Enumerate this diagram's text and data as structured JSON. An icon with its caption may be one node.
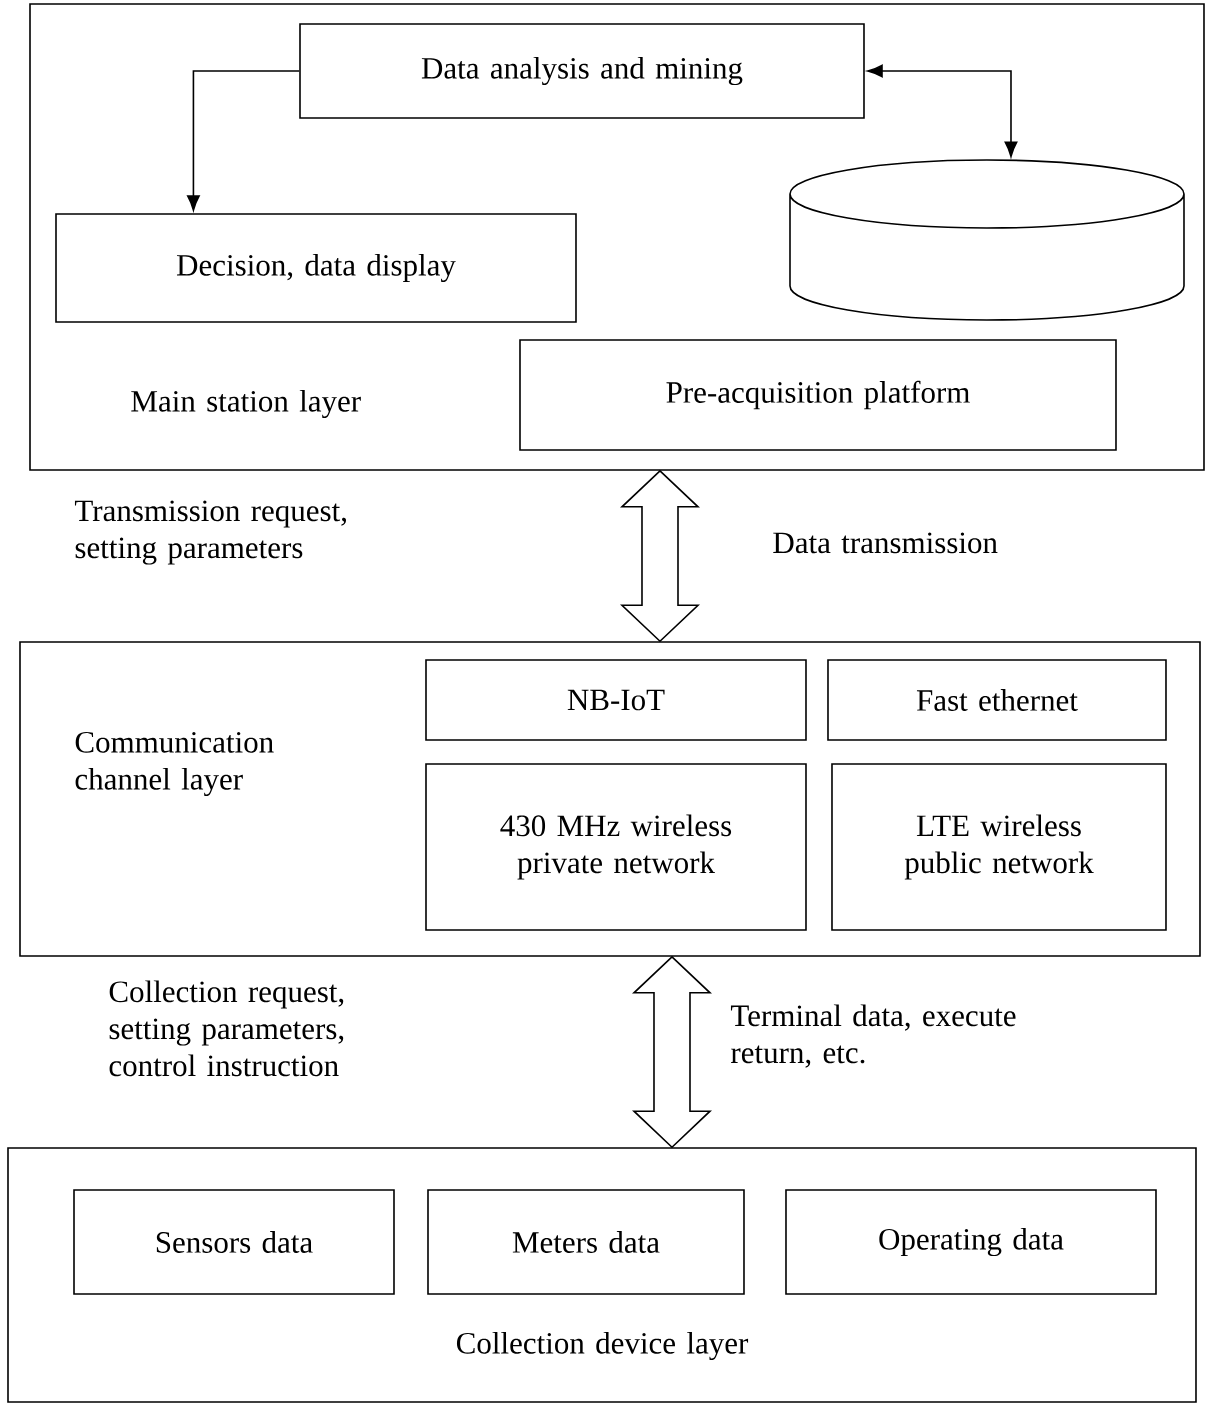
{
  "diagram": {
    "nodes": [
      {
        "text": [
          "Main station layer"
        ]
      },
      {
        "text": [
          "Data analysis and mining"
        ],
        "in": 0
      },
      {
        "text": [
          "Decision, data display"
        ],
        "in": 0
      },
      {
        "text": [],
        "shape": "cylinder",
        "in": 0
      },
      {
        "text": [
          "Pre-acquisition platform"
        ],
        "in": 0
      },
      {
        "text": [
          "Communication channel layer"
        ]
      },
      {
        "text": [
          "NB-IoT"
        ],
        "in": 5
      },
      {
        "text": [
          "Fast ethernet"
        ],
        "in": 5
      },
      {
        "text": [
          "430 MHz wireless private network"
        ],
        "in": 5
      },
      {
        "text": [
          "LTE wireless public network"
        ],
        "in": 5
      },
      {
        "text": [
          "Collection device layer"
        ]
      },
      {
        "text": [
          "Sensors data"
        ],
        "in": 10
      },
      {
        "text": [
          "Meters data"
        ],
        "in": 10
      },
      {
        "text": [
          "Operating data"
        ],
        "in": 10
      }
    ],
    "edges": [
      {
        "from": 1,
        "to": 2,
        "arrow": "to"
      },
      {
        "from": 1,
        "to": 3,
        "arrow": "both"
      },
      {
        "from": 0,
        "to": 5,
        "arrow": "both"
      },
      {
        "from": 5,
        "to": 10,
        "arrow": "both"
      }
    ],
    "labels": [
      "Transmission request, setting parameters",
      "Data transmission",
      "Collection request, setting parameters, control instruction",
      "Terminal data, execute return, etc."
    ]
  }
}
